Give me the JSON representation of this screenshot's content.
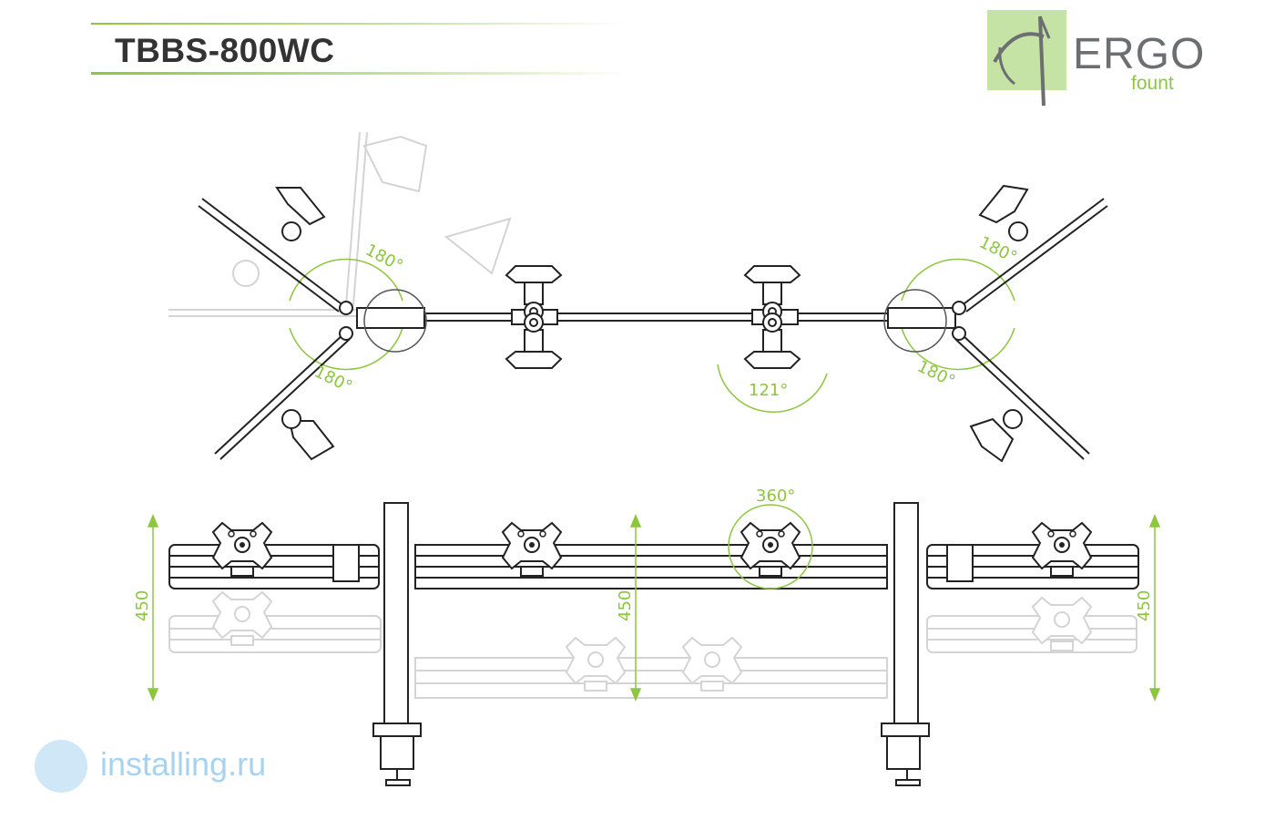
{
  "header": {
    "title": "TBBS-800WC"
  },
  "logo": {
    "name": "ERGO",
    "subname": "fount"
  },
  "watermark": {
    "text": "installing.ru"
  },
  "top_view": {
    "angle_upper_left": "180°",
    "angle_lower_left": "180°",
    "angle_upper_right": "180°",
    "angle_lower_right": "180°",
    "angle_center": "121°"
  },
  "front_view": {
    "rotation_label": "360°",
    "height_left": "450",
    "height_center": "450",
    "height_right": "450"
  },
  "colors": {
    "accent": "#8dc63f",
    "line": "#222222",
    "ghost": "#d4d4d4",
    "title": "#333333"
  }
}
